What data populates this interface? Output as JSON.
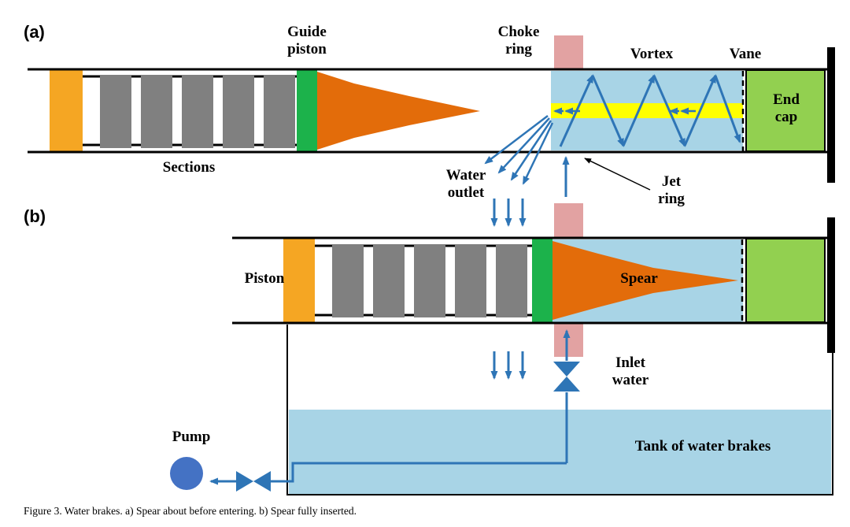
{
  "figure": {
    "caption": "Figure 3. Water brakes. a) Spear about before entering. b) Spear fully inserted."
  },
  "panel_a": {
    "label": "(a)",
    "annotations": {
      "guide_piston": "Guide\npiston",
      "choke_ring": "Choke\nring",
      "vortex": "Vortex",
      "vane": "Vane",
      "end_cap": "End\ncap",
      "sections": "Sections",
      "water_outlet": "Water\noutlet",
      "jet_ring": "Jet\nring"
    }
  },
  "panel_b": {
    "label": "(b)",
    "annotations": {
      "piston": "Piston",
      "spear": "Spear",
      "inlet_water": "Inlet\nwater",
      "pump": "Pump",
      "tank": "Tank of water brakes"
    }
  },
  "palette": {
    "piston_gold": "#F5A623",
    "section_gray": "#808080",
    "guide_piston_green": "#1CB24B",
    "spear_orange": "#E36C0A",
    "choke_ring_pink": "#E2A2A2",
    "water_light_blue": "#A8D4E6",
    "jet_yellow": "#FFFF00",
    "end_cap_green": "#92D050",
    "arrow_blue": "#2E75B6",
    "pump_blue": "#4472C4",
    "line_black": "#000000"
  }
}
